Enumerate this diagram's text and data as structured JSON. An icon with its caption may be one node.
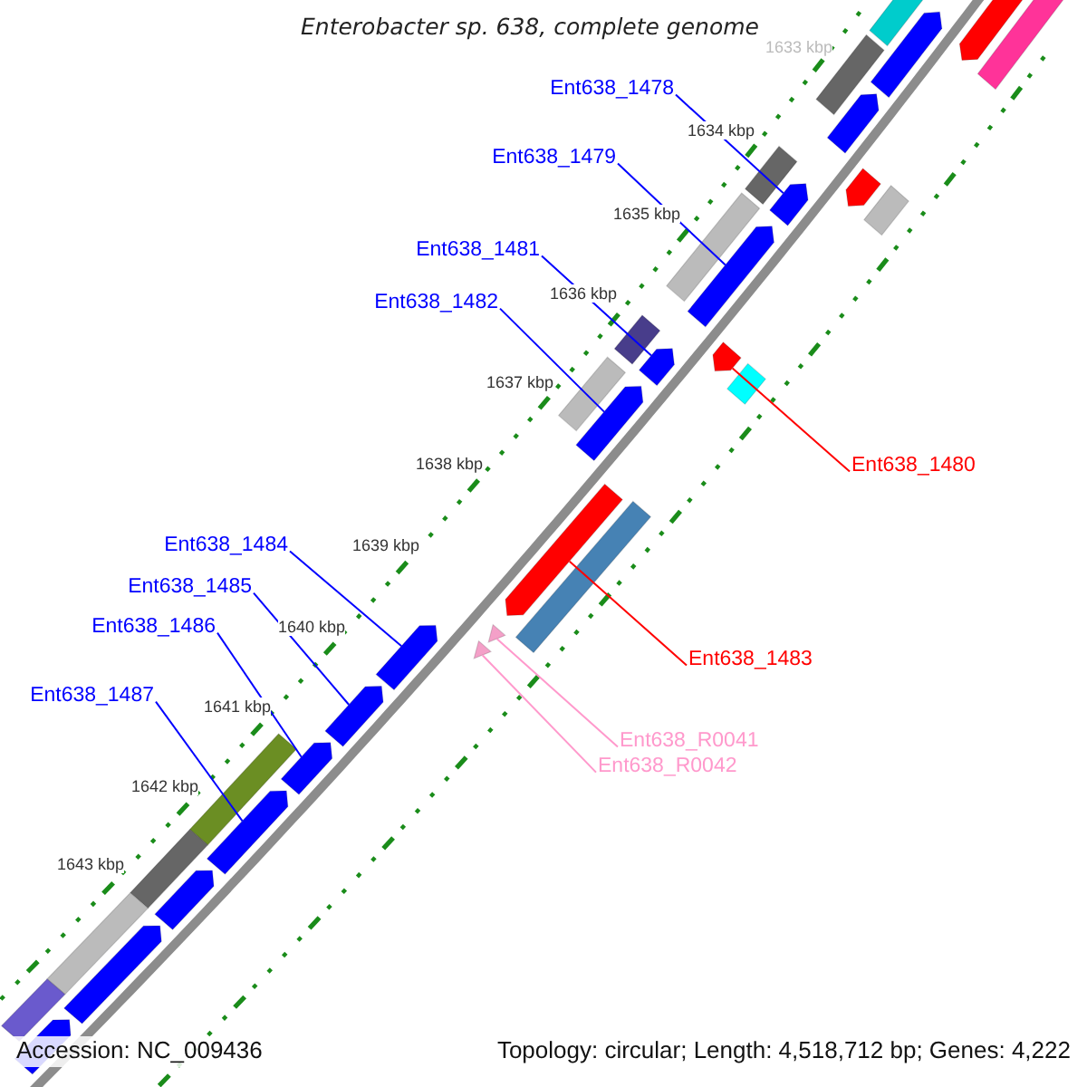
{
  "diagram": {
    "title": "Enterobacter sp. 638, complete genome",
    "nodes": [
      {
        "text": [
          "Ent638_1478"
        ]
      },
      {
        "text": [
          "Ent638_1479"
        ]
      },
      {
        "text": [
          "Ent638_1481"
        ]
      },
      {
        "text": [
          "Ent638_1482"
        ]
      },
      {
        "text": [
          "Ent638_1480"
        ]
      },
      {
        "text": [
          "Ent638_1484"
        ]
      },
      {
        "text": [
          "Ent638_1485"
        ]
      },
      {
        "text": [
          "Ent638_1483"
        ]
      },
      {
        "text": [
          "Ent638_1486"
        ]
      },
      {
        "text": [
          "Ent638_1487"
        ]
      },
      {
        "text": [
          "Ent638_R0041"
        ]
      },
      {
        "text": [
          "Ent638_R0042"
        ]
      },
      {
        "text": [],
        "shape": "arrow"
      },
      {
        "text": [],
        "shape": "arrow"
      },
      {
        "text": [],
        "shape": "arrow"
      },
      {
        "text": [],
        "shape": "arrow"
      },
      {
        "text": [],
        "shape": "arrow"
      },
      {
        "text": [],
        "shape": "arrow"
      },
      {
        "text": [],
        "shape": "triangle"
      },
      {
        "text": [],
        "shape": "triangle"
      },
      {
        "text": [],
        "shape": "arrow"
      },
      {
        "text": [],
        "shape": "arrow"
      },
      {
        "text": [],
        "shape": "arrow"
      },
      {
        "text": [],
        "shape": "arrow"
      },
      {
        "text": [],
        "shape": "bar"
      },
      {
        "text": [],
        "shape": "bar"
      },
      {
        "text": [],
        "shape": "bar"
      },
      {
        "text": [],
        "shape": "bar"
      },
      {
        "text": [],
        "shape": "bar"
      },
      {
        "text": [],
        "shape": "bar"
      },
      {
        "text": [],
        "shape": "bar"
      },
      {
        "text": [],
        "shape": "bar"
      },
      {
        "text": [],
        "shape": "bar"
      },
      {
        "text": [],
        "shape": "bar"
      },
      {
        "text": [],
        "shape": "bar"
      },
      {
        "text": [],
        "shape": "bar"
      },
      {
        "text": [],
        "shape": "bar"
      },
      {
        "text": [],
        "shape": "bar"
      },
      {
        "text": [],
        "shape": "arrow"
      },
      {
        "text": [],
        "shape": "arrow"
      },
      {
        "text": [],
        "shape": "arrow"
      },
      {
        "text": [],
        "shape": "arrow"
      },
      {
        "text": [],
        "shape": "arrow"
      },
      {
        "text": [],
        "shape": "arrow"
      },
      {
        "text": [],
        "shape": "arrow"
      }
    ],
    "edges": [
      {
        "from": 0,
        "to": 12,
        "arrow": "none"
      },
      {
        "from": 1,
        "to": 13,
        "arrow": "none"
      },
      {
        "from": 2,
        "to": 14,
        "arrow": "none"
      },
      {
        "from": 4,
        "to": 15,
        "arrow": "none",
        "color": "#ff0000"
      },
      {
        "from": 3,
        "to": 16,
        "arrow": "none"
      },
      {
        "from": 7,
        "to": 17,
        "arrow": "none",
        "color": "#ff0000"
      },
      {
        "from": 10,
        "to": 18,
        "arrow": "none",
        "color": "#ff99cc"
      },
      {
        "from": 11,
        "to": 19,
        "arrow": "none",
        "color": "#ff99cc"
      },
      {
        "from": 5,
        "to": 20,
        "arrow": "none"
      },
      {
        "from": 6,
        "to": 21,
        "arrow": "none"
      },
      {
        "from": 8,
        "to": 22,
        "arrow": "none"
      },
      {
        "from": 9,
        "to": 23,
        "arrow": "none"
      }
    ],
    "labels": [
      "1633 kbp",
      "1634 kbp",
      "1635 kbp",
      "1636 kbp",
      "1637 kbp",
      "1638 kbp",
      "1639 kbp",
      "1640 kbp",
      "1641 kbp",
      "1642 kbp",
      "1643 kbp",
      "Accession: NC_009436",
      "Topology: circular; Length: 4,518,712 bp; Genes: 4,222"
    ]
  }
}
